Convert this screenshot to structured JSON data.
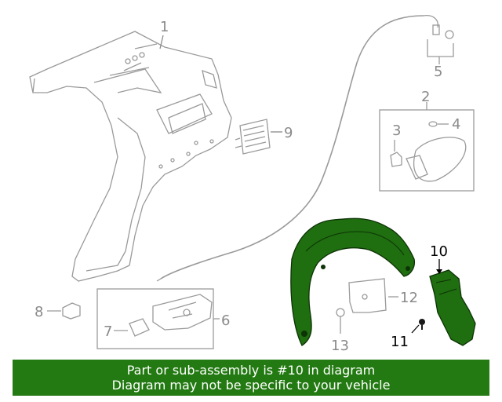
{
  "callouts": {
    "c1": "1",
    "c2": "2",
    "c3": "3",
    "c4": "4",
    "c5": "5",
    "c6": "6",
    "c7": "7",
    "c8": "8",
    "c9": "9",
    "c10": "10",
    "c11": "11",
    "c12": "12",
    "c13": "13"
  },
  "highlight": {
    "part_number": "10",
    "color": "#1f6e10"
  },
  "banner": {
    "line1": "Part or sub-assembly is #10 in diagram",
    "line2": "Diagram may not be specific to your vehicle",
    "background": "#237a12",
    "text_color": "#ffffff"
  }
}
